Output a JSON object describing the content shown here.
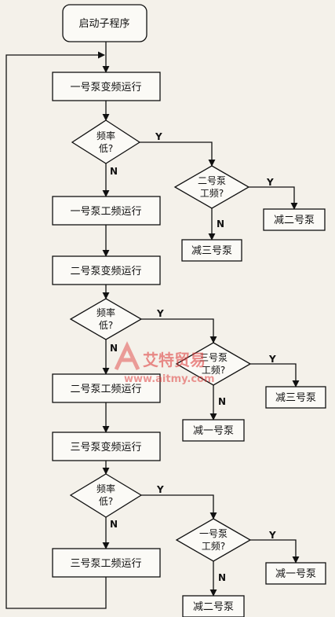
{
  "nodes": {
    "start": "启动子程序",
    "p1_var": "一号泵变频运行",
    "d1_freq_l1": "频率",
    "d1_freq_l2": "低?",
    "d1_work_l1": "二号泵",
    "d1_work_l2": "工频?",
    "r1_reduce2": "减二号泵",
    "r1_reduce3": "减三号泵",
    "p1_work": "一号泵工频运行",
    "p2_var": "二号泵变频运行",
    "d2_freq_l1": "频率",
    "d2_freq_l2": "低?",
    "d2_work_l1": "三号泵",
    "d2_work_l2": "工频?",
    "r2_reduce3": "减三号泵",
    "r2_reduce1": "减一号泵",
    "p2_work": "二号泵工频运行",
    "p3_var": "三号泵变频运行",
    "d3_freq_l1": "频率",
    "d3_freq_l2": "低?",
    "d3_work_l1": "一号泵",
    "d3_work_l2": "工频?",
    "r3_reduce1": "减一号泵",
    "r3_reduce2": "减二号泵",
    "p3_work": "三号泵工频运行"
  },
  "labels": {
    "yes": "Y",
    "no": "N"
  },
  "watermark": {
    "brand": "艾特贸易",
    "url": "www.aitmy.com"
  }
}
